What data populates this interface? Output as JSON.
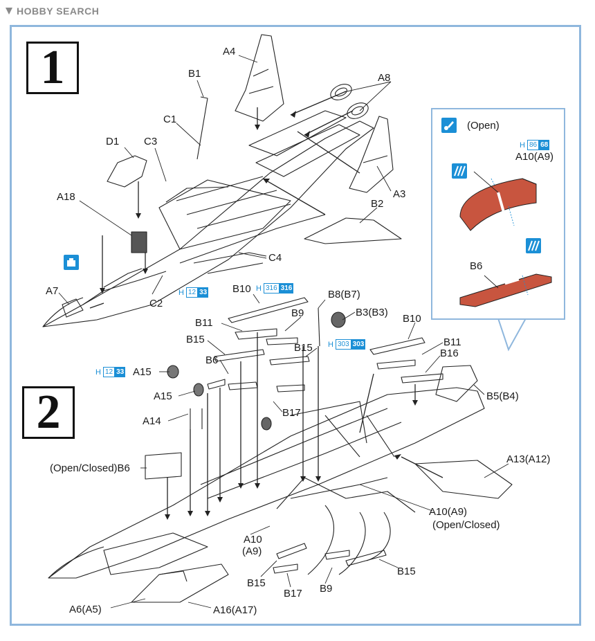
{
  "watermark": {
    "brand": "HOBBY SEARCH"
  },
  "steps": {
    "step1": "1",
    "step2": "2"
  },
  "paint_codes": {
    "h12": {
      "prefix": "H",
      "light": "12",
      "dark": "33"
    },
    "h316": {
      "prefix": "H",
      "light": "316",
      "dark": "316"
    },
    "h303": {
      "prefix": "H",
      "light": "303",
      "dark": "303"
    },
    "h86": {
      "prefix": "H",
      "light": "86",
      "dark": "68"
    },
    "h12b": {
      "prefix": "H",
      "light": "12",
      "dark": "33"
    }
  },
  "callout": {
    "open_label": "(Open)",
    "part_a10": "A10(A9)",
    "part_b6": "B6"
  },
  "step1_labels": {
    "A4": "A4",
    "B1": "B1",
    "A8": "A8",
    "C1": "C1",
    "D1": "D1",
    "C3": "C3",
    "A3": "A3",
    "A18": "A18",
    "B2": "B2",
    "C4": "C4",
    "A7": "A7",
    "C2": "C2"
  },
  "step2_labels": {
    "B10a": "B10",
    "B8": "B8(B7)",
    "B3": "B3(B3)",
    "B11a": "B11",
    "B9a": "B9",
    "B15a": "B15",
    "B15b": "B15",
    "B6": "B6",
    "A15a": "A15",
    "A15b": "A15",
    "A14": "A14",
    "B17a": "B17",
    "B10b": "B10",
    "B11b": "B11",
    "B16": "B16",
    "B5": "B5(B4)",
    "B6oc": "(Open/Closed)B6",
    "A13": "A13(A12)",
    "A10": "A10(A9)",
    "A10oc": "(Open/Closed)",
    "A10b": "A10",
    "A9b": "(A9)",
    "B15c": "B15",
    "B17b": "B17",
    "B9b": "B9",
    "B15d": "B15",
    "A6": "A6(A5)",
    "A16": "A16(A17)"
  },
  "colors": {
    "accent": "#1b8fd6",
    "frame": "#8fb7dd",
    "paint_red": "#c8553f"
  }
}
